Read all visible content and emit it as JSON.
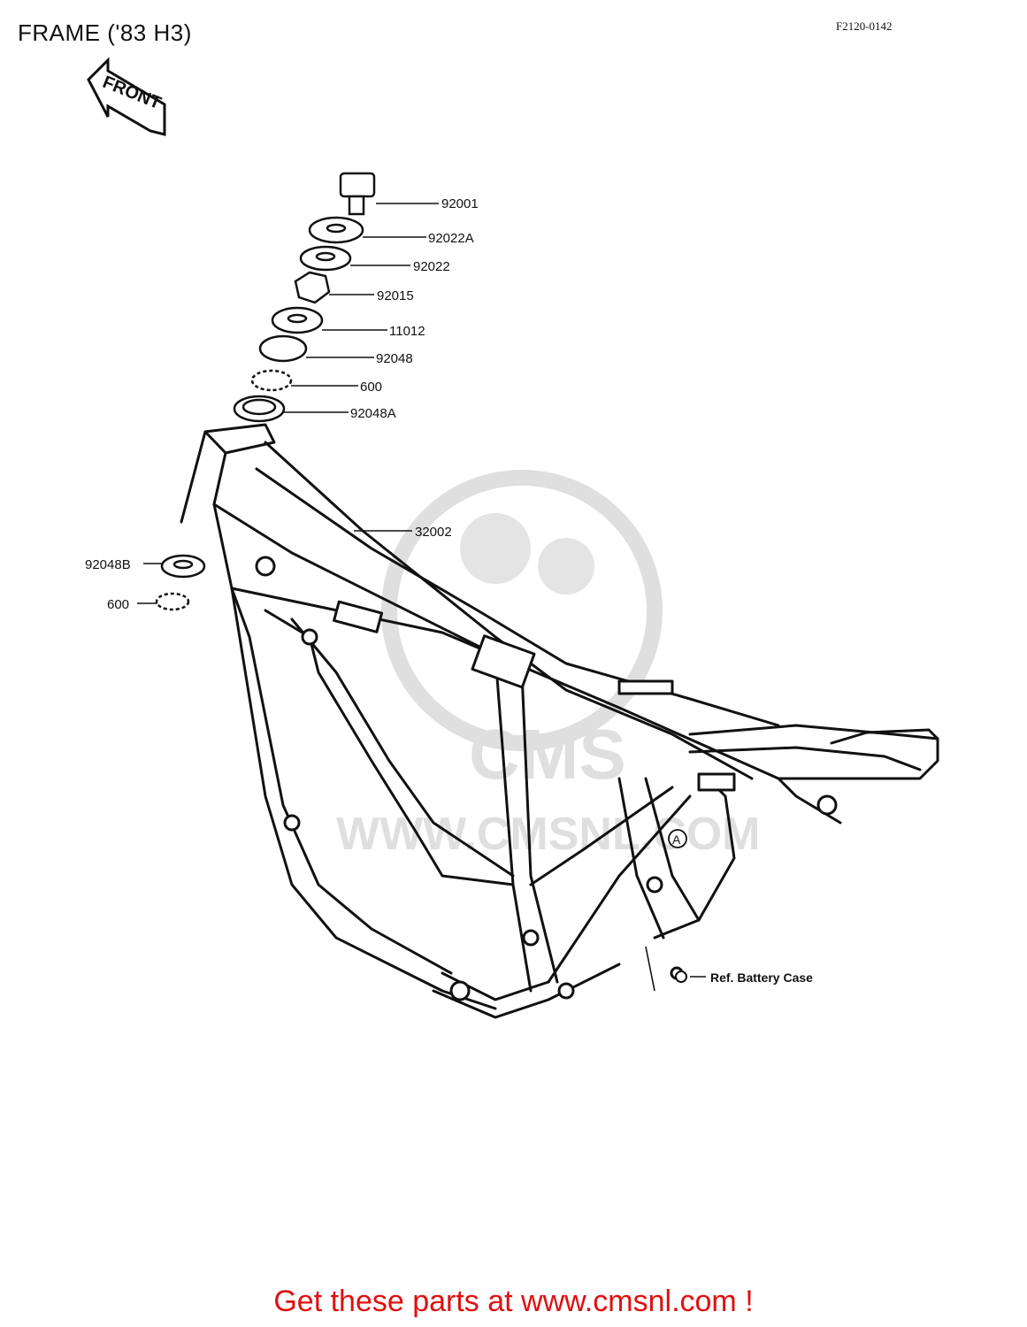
{
  "header": {
    "title": "FRAME ('83 H3)",
    "drawing_code": "F2120-0142"
  },
  "front_arrow": {
    "label": "FRONT"
  },
  "callouts": [
    {
      "id": "c1",
      "label": "92001"
    },
    {
      "id": "c2",
      "label": "92022A"
    },
    {
      "id": "c3",
      "label": "92022"
    },
    {
      "id": "c4",
      "label": "92015"
    },
    {
      "id": "c5",
      "label": "11012"
    },
    {
      "id": "c6",
      "label": "92048"
    },
    {
      "id": "c7",
      "label": "600"
    },
    {
      "id": "c8",
      "label": "92048A"
    },
    {
      "id": "c9",
      "label": "32002"
    },
    {
      "id": "c10",
      "label": "92048B"
    },
    {
      "id": "c11",
      "label": "600"
    }
  ],
  "reference_note": {
    "marker": "A",
    "text": "Ref. Battery Case"
  },
  "watermark": {
    "text": "WWW.CMSNL.COM",
    "brand": "CMS"
  },
  "footer": {
    "text": "Get these parts at www.cmsnl.com !"
  },
  "colors": {
    "ink": "#111111",
    "footer_red": "#e01010",
    "watermark_gray": "#d9d9d9"
  }
}
